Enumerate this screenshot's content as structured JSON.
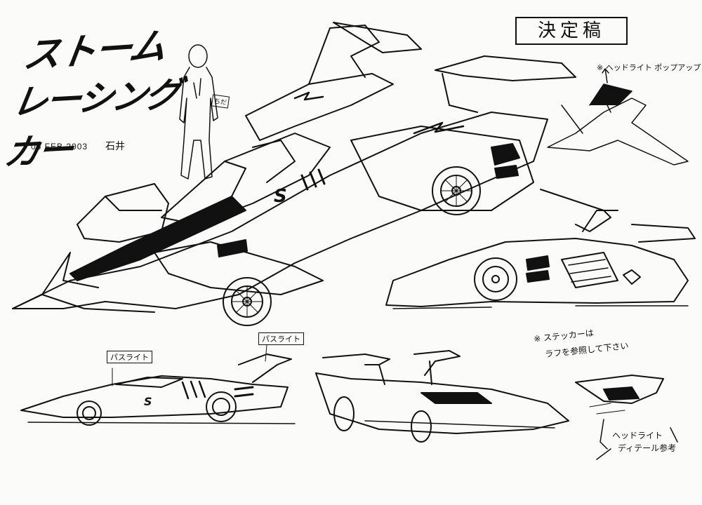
{
  "stamp": "決定稿",
  "title": {
    "line1": "ストーム",
    "line2": "レーシングカー"
  },
  "date": "06 FEB 2003",
  "signature": "石井",
  "figure_label": "ちだ",
  "notes": {
    "headlight_popup": "※ ヘッドライト ポップアップ",
    "sticker_line1": "※ ステッカーは",
    "sticker_line2": "ラフを参照して下さい",
    "headlight_detail_line1": "ヘッドライト",
    "headlight_detail_line2": "ディテール参考"
  },
  "labels": {
    "pass_light_left": "パスライト",
    "pass_light_right": "パスライト"
  },
  "colors": {
    "ink": "#111111",
    "paper": "#fbfbfa"
  }
}
